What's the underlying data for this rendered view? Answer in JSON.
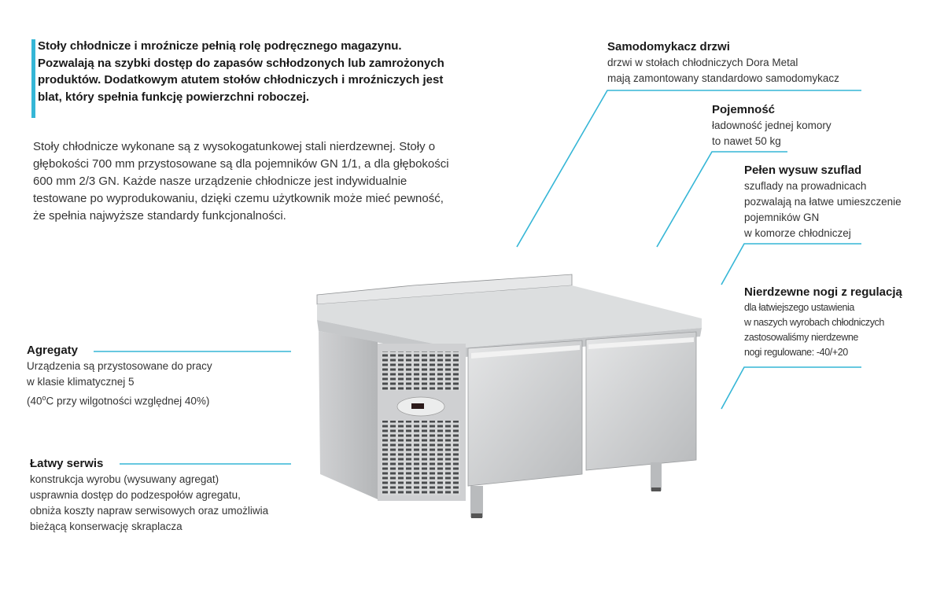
{
  "intro": {
    "lead": "Stoły chłodnicze i mroźnicze pełnią rolę podręcznego magazynu. Pozwalają na szybki dostęp do zapasów schłodzonych lub zamrożonych produktów. Dodatkowym atutem stołów chłodniczych i mroźniczych jest blat, który spełnia funkcję powierzchni roboczej.",
    "body": "Stoły chłodnicze wykonane są z wysokogatunkowej stali nierdzewnej. Stoły o głębokości 700 mm przystosowane są dla pojemników GN 1/1, a dla głębokości 600 mm 2/3 GN. Każde nasze urządzenie chłodnicze jest indywidualnie testowane po wyprodukowaniu, dzięki czemu użytkownik może mieć pewność, że spełnia najwyższe standardy funkcjonalności."
  },
  "features": {
    "door_closer": {
      "title": "Samodomykacz drzwi",
      "text": "drzwi w stołach chłodniczych Dora Metal\nmają zamontowany standardowo samodomykacz"
    },
    "capacity": {
      "title": "Pojemność",
      "text": "ładowność jednej komory\nto nawet 50 kg"
    },
    "drawers": {
      "title": "Pełen wysuw szuflad",
      "text": "szuflady na prowadnicach\npozwalają na łatwe umieszczenie\npojemników GN\nw komorze chłodniczej"
    },
    "legs": {
      "title": "Nierdzewne nogi z regulacją",
      "text": "dla łatwiejszego ustawienia\nw naszych wyrobach chłodniczych\nzastosowaliśmy nierdzewne\nnogi regulowane: -40/+20"
    },
    "units": {
      "title": "Agregaty",
      "text_1": "Urządzenia są przystosowane do pracy\nw klasie klimatycznej 5\n(40",
      "sup": "o",
      "text_2": "C przy wilgotności względnej 40%)"
    },
    "service": {
      "title": "Łatwy serwis",
      "text": "konstrukcja wyrobu (wysuwany agregat)\nusprawnia dostęp do podzespołów agregatu,\nobniża koszty napraw serwisowych oraz umożliwia\nbieżącą konserwację skraplacza"
    }
  },
  "colors": {
    "accent": "#35b6d6",
    "steel": "#c9cbcd"
  }
}
